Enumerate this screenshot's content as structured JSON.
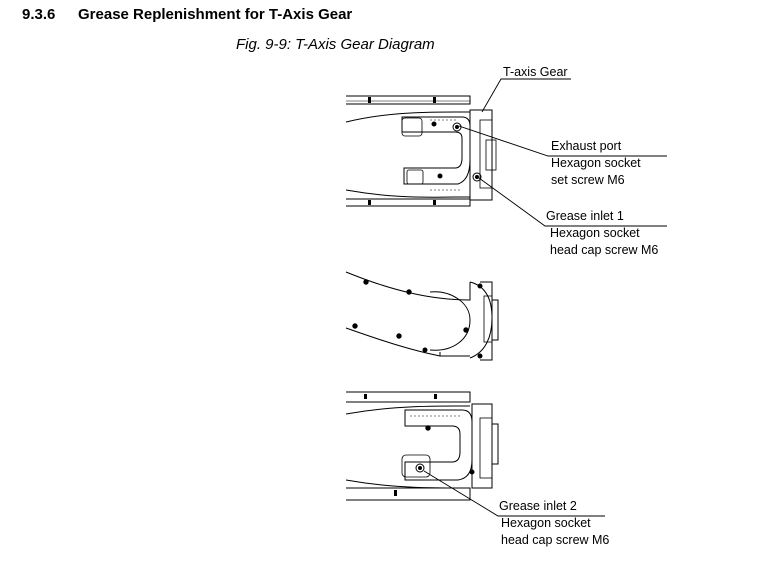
{
  "section": {
    "number": "9.3.6",
    "title": "Grease Replenishment for T-Axis Gear"
  },
  "figure": {
    "caption": "Fig. 9-9: T-Axis Gear Diagram"
  },
  "callouts": {
    "t_axis_gear": "T-axis Gear",
    "exhaust_port": {
      "line1": "Exhaust port",
      "line2": "Hexagon socket",
      "line3": "set screw M6"
    },
    "grease_inlet_1": {
      "line1": "Grease inlet 1",
      "line2": "Hexagon socket",
      "line3": "head cap screw M6"
    },
    "grease_inlet_2": {
      "line1": "Grease inlet 2",
      "line2": "Hexagon socket",
      "line3": "head cap screw M6"
    }
  }
}
